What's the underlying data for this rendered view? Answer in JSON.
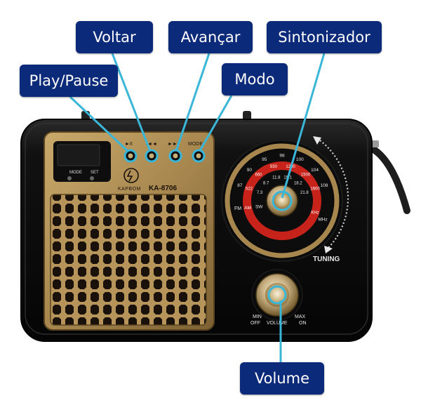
{
  "callouts": {
    "voltar": "Voltar",
    "avancar": "Avançar",
    "sintonizador": "Sintonizador",
    "play_pause": "Play/Pause",
    "modo": "Modo",
    "volume": "Volume"
  },
  "radio": {
    "brand": "KAPBOM",
    "model": "KA-8706",
    "button_labels": {
      "play_pause": "►II",
      "prev": "I◄◄",
      "next": "►►I",
      "mode": "MODE"
    },
    "display_buttons": {
      "mode": "MODE",
      "set": "SET"
    },
    "tuning_label": "TUNING",
    "volume_labels": {
      "min": "MIN",
      "off": "OFF",
      "volume": "VOLUME",
      "max": "MAX",
      "on": "ON"
    },
    "dial": {
      "fm": [
        "87",
        "90",
        "95",
        "98",
        "100",
        "104",
        "108"
      ],
      "am": [
        "522",
        "660",
        "930",
        "1200",
        "1500",
        "1600"
      ],
      "sw": [
        "7.3",
        "8.7",
        "11.8",
        "15.1",
        "18.2",
        "21.8"
      ],
      "band_fm": "FM",
      "band_am": "AM",
      "band_sw": "SW",
      "unit_khz": "KHz",
      "unit_mhz": "MHz"
    }
  },
  "colors": {
    "callout_bg": "#0b2a7a",
    "leader_line": "#3ab6d8",
    "body": "#121212",
    "gold": "#a8874f",
    "dial_red": "#c8231b"
  }
}
